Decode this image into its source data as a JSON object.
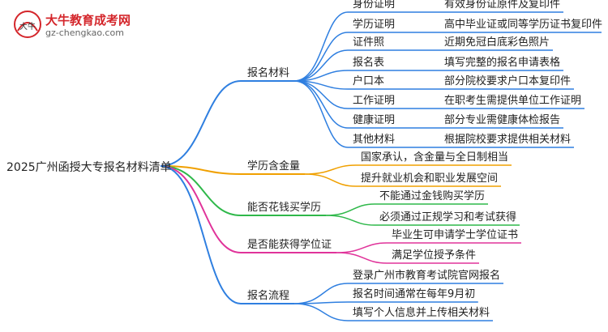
{
  "logo": {
    "mark_glyph": "大牛",
    "title": "大牛教育成考网",
    "url": "gz-chengkao.com"
  },
  "root": "2025广州函授大专报名材料清单",
  "branches": [
    {
      "label": "报名材料",
      "color": "#2f7fe0",
      "children": [
        {
          "label": "身份证明",
          "detail": "有效身份证原件及复印件"
        },
        {
          "label": "学历证明",
          "detail": "高中毕业证或同等学历证书复印件"
        },
        {
          "label": "证件照",
          "detail": "近期免冠白底彩色照片"
        },
        {
          "label": "报名表",
          "detail": "填写完整的报名申请表格"
        },
        {
          "label": "户口本",
          "detail": "部分院校要求户口本复印件"
        },
        {
          "label": "工作证明",
          "detail": "在职考生需提供单位工作证明"
        },
        {
          "label": "健康证明",
          "detail": "部分专业需健康体检报告"
        },
        {
          "label": "其他材料",
          "detail": "根据院校要求提供相关材料"
        }
      ]
    },
    {
      "label": "学历含金量",
      "color": "#f0a000",
      "children": [
        {
          "label": "国家承认，含金量与全日制相当"
        },
        {
          "label": "提升就业机会和职业发展空间"
        }
      ]
    },
    {
      "label": "能否花钱买学历",
      "color": "#2fb84a",
      "children": [
        {
          "label": "不能通过金钱购买学历"
        },
        {
          "label": "必须通过正规学习和考试获得"
        }
      ]
    },
    {
      "label": "是否能获得学位证",
      "color": "#e0339a",
      "children": [
        {
          "label": "毕业生可申请学士学位证书"
        },
        {
          "label": "满足学位授予条件"
        }
      ]
    },
    {
      "label": "报名流程",
      "color": "#2f7fe0",
      "children": [
        {
          "label": "登录广州市教育考试院官网报名"
        },
        {
          "label": "报名时间通常在每年9月初"
        },
        {
          "label": "填写个人信息并上传相关材料"
        }
      ]
    }
  ]
}
